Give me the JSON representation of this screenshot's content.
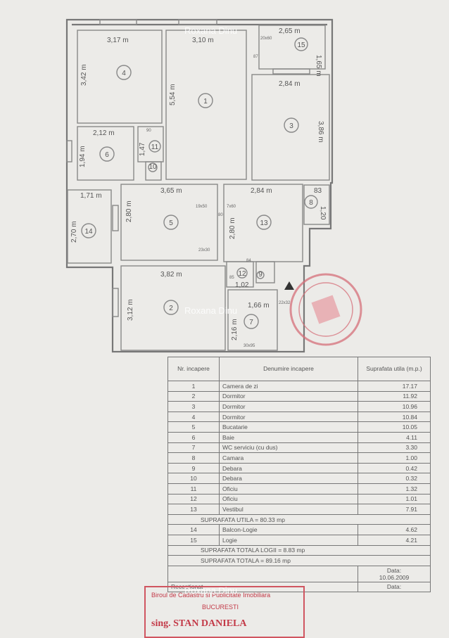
{
  "watermark": "Roxana Dinu",
  "plan": {
    "rooms": [
      "1",
      "2",
      "3",
      "4",
      "5",
      "6",
      "7",
      "8",
      "9",
      "10",
      "11",
      "12",
      "13",
      "14",
      "15"
    ],
    "dims": {
      "r4_w": "3,17 m",
      "r4_h": "3,42 m",
      "r1_w": "3,10 m",
      "r1_h": "5,54 m",
      "r15_w": "2,65 m",
      "r15_h": "1,65 m",
      "r3_w": "2,84 m",
      "r3_h": "3,86 m",
      "r6_w": "2,12 m",
      "r6_h": "1,94 m",
      "r11_h": "1,47",
      "r14_w": "1,71 m",
      "r14_h": "2,70 m",
      "r5_w": "3,65 m",
      "r5_h": "2,80 m",
      "r13_w": "2,84 m",
      "r13_h": "2,80 m",
      "r8_h": "1,20",
      "r8_w": "83",
      "r2_w": "3,82 m",
      "r2_h": "3,12 m",
      "r12_w": "1,02",
      "r7_w": "1,66 m",
      "r7_h": "2,16 m",
      "d_90": "90",
      "d_87": "87",
      "d_84": "84",
      "d_85": "85",
      "d_80": "80",
      "n_20x60": "20x60",
      "n_19x50": "19x50",
      "n_7x60": "7x60",
      "n_23x30": "23x30",
      "n_30x95": "30x95",
      "n_22x32": "22x32"
    }
  },
  "table": {
    "headers": {
      "nr": "Nr. incapere",
      "name": "Denumire incapere",
      "area": "Suprafata utila (m.p.)"
    },
    "rows": [
      {
        "nr": "1",
        "name": "Camera de zi",
        "area": "17.17"
      },
      {
        "nr": "2",
        "name": "Dormitor",
        "area": "11.92"
      },
      {
        "nr": "3",
        "name": "Dormitor",
        "area": "10.96"
      },
      {
        "nr": "4",
        "name": "Dormitor",
        "area": "10.84"
      },
      {
        "nr": "5",
        "name": "Bucatarie",
        "area": "10.05"
      },
      {
        "nr": "6",
        "name": "Baie",
        "area": "4.11"
      },
      {
        "nr": "7",
        "name": "WC serviciu (cu dus)",
        "area": "3.30"
      },
      {
        "nr": "8",
        "name": "Camara",
        "area": "1.00"
      },
      {
        "nr": "9",
        "name": "Debara",
        "area": "0.42"
      },
      {
        "nr": "10",
        "name": "Debara",
        "area": "0.32"
      },
      {
        "nr": "11",
        "name": "Oficiu",
        "area": "1.32"
      },
      {
        "nr": "12",
        "name": "Oficiu",
        "area": "1.01"
      },
      {
        "nr": "13",
        "name": "Vestibul",
        "area": "7.91"
      }
    ],
    "subtotal_util": "SUPRAFATA UTILA = 80.33 mp",
    "logii": [
      {
        "nr": "14",
        "name": "Balcon-Logie",
        "area": "4.62"
      },
      {
        "nr": "15",
        "name": "Logie",
        "area": "4.21"
      }
    ],
    "subtotal_logii": "SUPRAFATA TOTALA LOGII = 8.83 mp",
    "total": "SUPRAFATA TOTALA = 89.16 mp",
    "footer": {
      "executat_date_label": "Data:",
      "executat_date": "10.06.2009",
      "receptionat": "Receptionat",
      "receptionat_date_label": "Data:"
    }
  },
  "stamp": {
    "office": "Biroul de Cadastru si Publicitate Imobiliara",
    "city": "BUCURESTI",
    "signature": "sing. STAN DANIELA"
  }
}
